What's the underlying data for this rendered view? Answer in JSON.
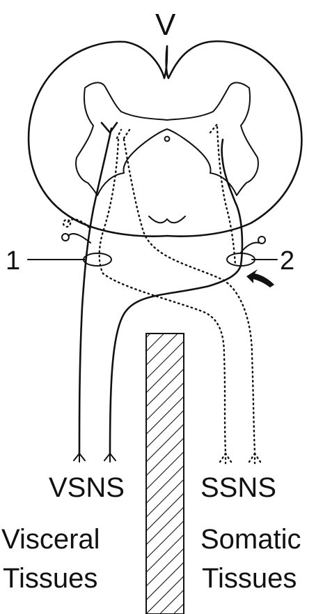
{
  "labels": {
    "view": "V",
    "pathway_1": "1",
    "pathway_2": "2",
    "vsns": "VSNS",
    "ssns": "SSNS",
    "visceral_line1": "Visceral",
    "visceral_line2": "Tissues",
    "somatic_line1": "Somatic",
    "somatic_line2": "Tissues"
  },
  "colors": {
    "ink": "#111111",
    "background": "#ffffff"
  }
}
